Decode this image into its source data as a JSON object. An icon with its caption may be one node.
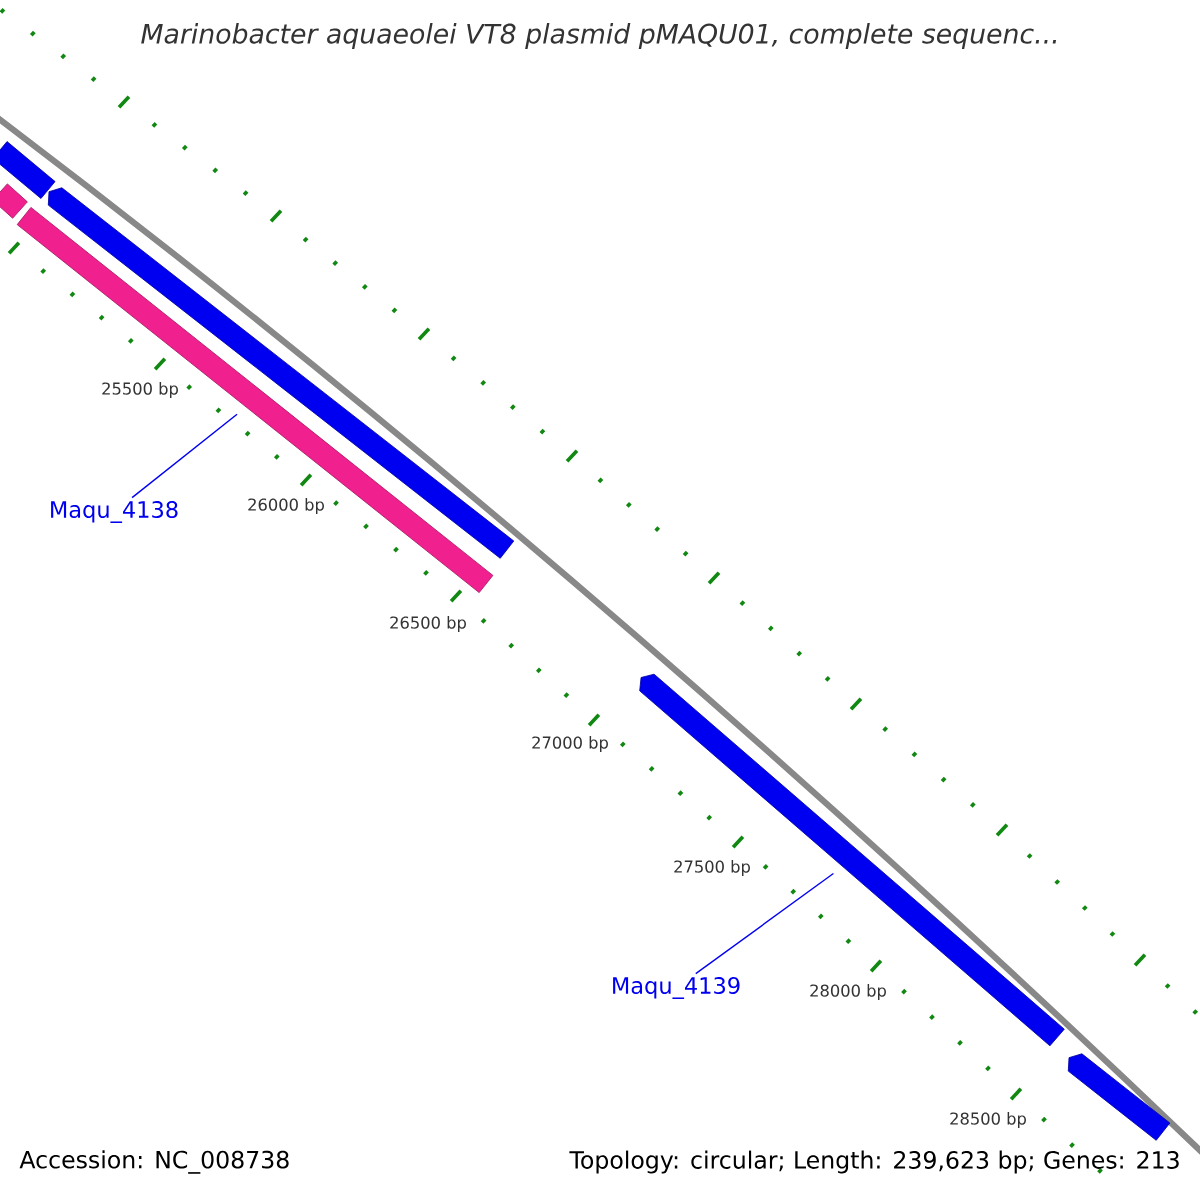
{
  "diagram": {
    "title": "Marinobacter aquaeolei VT8 plasmid pMAQU01, complete sequenc...",
    "nodes": [
      {
        "text": [],
        "shape": "bar"
      },
      {
        "text": [],
        "shape": "bar"
      },
      {
        "text": [],
        "shape": "bar"
      },
      {
        "text": [],
        "shape": "bar"
      },
      {
        "text": [
          "Maqu_4138"
        ]
      },
      {
        "text": [],
        "shape": "bar"
      },
      {
        "text": [
          "Maqu_4139"
        ]
      },
      {
        "text": [],
        "shape": "bar"
      }
    ],
    "edges": [
      {
        "from": 4,
        "to": 3,
        "arrow": "none"
      },
      {
        "from": 6,
        "to": 5,
        "arrow": "none"
      }
    ],
    "labels": [
      "25500 bp",
      "26000 bp",
      "26500 bp",
      "27000 bp",
      "27500 bp",
      "28000 bp",
      "28500 bp",
      "Accession: NC_008738",
      "Topology: circular; Length: 239,623 bp; Genes: 213"
    ]
  }
}
